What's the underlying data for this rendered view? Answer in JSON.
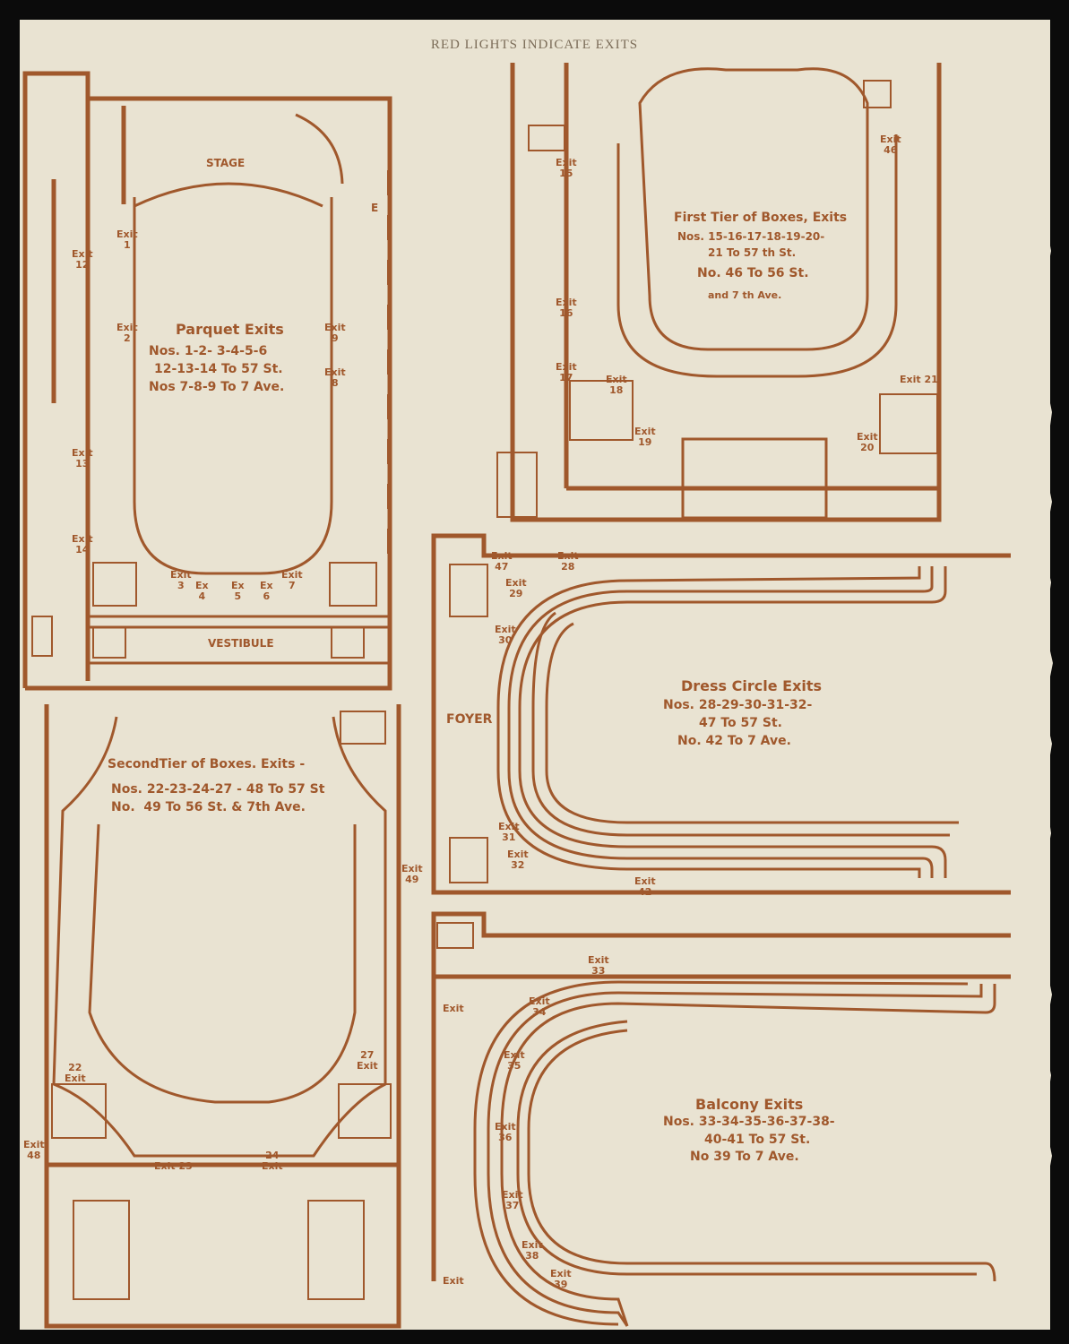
{
  "header": "RED LIGHTS INDICATE EXITS",
  "colors": {
    "paper": "#e9e3d2",
    "ink": "#a0582c",
    "background": "#0b0b0b"
  },
  "parquet": {
    "stage": "STAGE",
    "vestibule": "VESTIBULE",
    "title": "Parquet Exits",
    "line1": "Nos. 1-2- 3-4-5-6",
    "line2": "12-13-14 To 57 St.",
    "line3": "Nos 7-8-9 To 7 Ave.",
    "exit1": "Exit\n1",
    "exit2": "Exit\n2",
    "exit9": "Exit\n9",
    "exit8": "Exit\n8",
    "exit12": "Exit\n12",
    "exit13": "Exit\n13",
    "exit14": "Exit\n14",
    "exit3": "Exit\n3",
    "exit4": "Ex\n4",
    "exit5": "Ex\n5",
    "exit6": "Ex\n6",
    "exit7": "Exit\n7",
    "e_mark": "E"
  },
  "first_tier": {
    "title": "First Tier of Boxes, Exits",
    "line1": "Nos. 15-16-17-18-19-20-",
    "line2": "21 To 57 th St.",
    "line3": "No. 46 To 56 St.",
    "line4": "and 7 th Ave.",
    "exit15": "Exit\n15",
    "exit16": "Exit\n16",
    "exit17": "Exit\n17",
    "exit18": "Exit\n18",
    "exit19": "Exit\n19",
    "exit20": "Exit\n20",
    "exit21": "Exit 21",
    "exit46": "Exit\n46"
  },
  "second_tier": {
    "title": "SecondTier of Boxes. Exits -",
    "line1": "Nos. 22-23-24-27 - 48 To 57 St",
    "line2": "No.  49 To 56 St. & 7th Ave.",
    "exit22": "22\nExit",
    "exit23": "Exit 23",
    "exit24": "24\nExit",
    "exit27": "27\nExit",
    "exit48": "Exit\n48",
    "exit49": "Exit\n49"
  },
  "dress_circle": {
    "title": "Dress Circle Exits",
    "line1": "Nos. 28-29-30-31-32-",
    "line2": "47 To 57 St.",
    "line3": "No. 42 To 7 Ave.",
    "foyer": "FOYER",
    "exit47": "Exit\n47",
    "exit28": "Exit\n28",
    "exit29": "Exit\n29",
    "exit30": "Exit\n30",
    "exit31": "Exit\n31",
    "exit32": "Exit\n32",
    "exit42": "Exit\n42"
  },
  "balcony": {
    "title": "Balcony Exits",
    "line1": "Nos. 33-34-35-36-37-38-",
    "line2": "40-41 To 57 St.",
    "line3": "No 39 To 7 Ave.",
    "exit33": "Exit\n33",
    "exit34": "Exit\n34",
    "exit35": "Exit\n35",
    "exit36": "Exit\n36",
    "exit37": "Exit\n37",
    "exit38": "Exit\n38",
    "exit39": "Exit\n39",
    "exit_top": "Exit",
    "exit_bottom": "Exit"
  }
}
